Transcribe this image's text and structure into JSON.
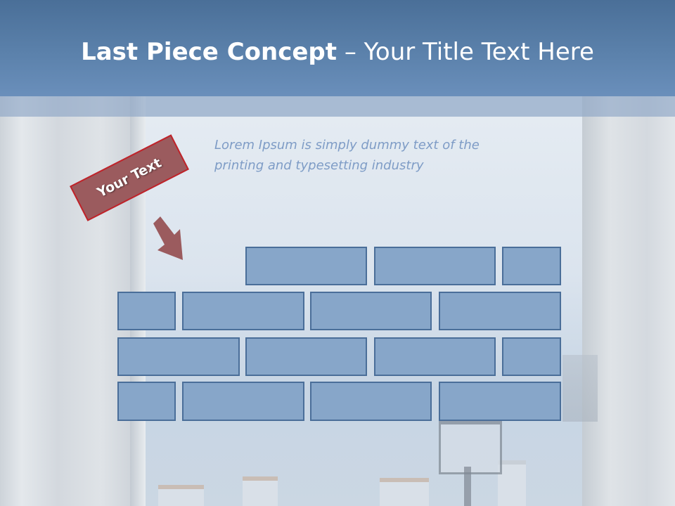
{
  "slide": {
    "title_bold": "Last Piece Concept",
    "title_rest": " – Your Title Text Here",
    "subtitle": "Lorem Ipsum is simply dummy text of the\nprinting and typesetting industry",
    "tag_label": "Your Text",
    "arrow_icon": "arrow-down-right-icon"
  },
  "colors": {
    "title_bar": "#5b81ab",
    "brick_fill": "#87a6c9",
    "brick_border": "#4a6e99",
    "tag_fill": "#9b5b5e",
    "tag_border": "#c0232a",
    "arrow": "#9b5b5e",
    "subtitle_text": "#7e9cc6"
  }
}
